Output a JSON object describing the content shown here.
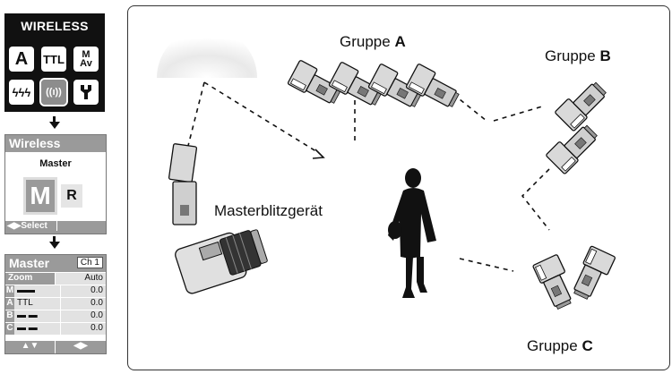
{
  "left_panel": {
    "wireless_menu": {
      "title": "WIRELESS",
      "buttons": [
        "A",
        "TTL",
        "M/Av",
        "ϟϟϟ",
        "((ı))",
        "wrench"
      ],
      "selected": "((ı))",
      "m": "M",
      "av": "Av"
    },
    "wireless_screen": {
      "title": "Wireless",
      "mode_label": "Master",
      "mode_m": "M",
      "mode_r": "R",
      "footer": "◀▶Select"
    },
    "master_screen": {
      "title": "Master",
      "channel": "Ch 1",
      "zoom_label": "Zoom",
      "zoom_value": "Auto",
      "rows": [
        {
          "id": "M",
          "mode": "▬▬",
          "value": "0.0"
        },
        {
          "id": "A",
          "mode": "TTL",
          "value": "0.0"
        },
        {
          "id": "B",
          "mode": "▬ ▬",
          "value": "0.0"
        },
        {
          "id": "C",
          "mode": "▬ ▬",
          "value": "0.0"
        }
      ],
      "footer_left": "▲▼",
      "footer_right": "◀▶"
    }
  },
  "diagram": {
    "group_a": {
      "prefix": "Gruppe",
      "letter": "A"
    },
    "group_b": {
      "prefix": "Gruppe",
      "letter": "B"
    },
    "group_c": {
      "prefix": "Gruppe",
      "letter": "C"
    },
    "master_label": "Masterblitzgerät"
  }
}
